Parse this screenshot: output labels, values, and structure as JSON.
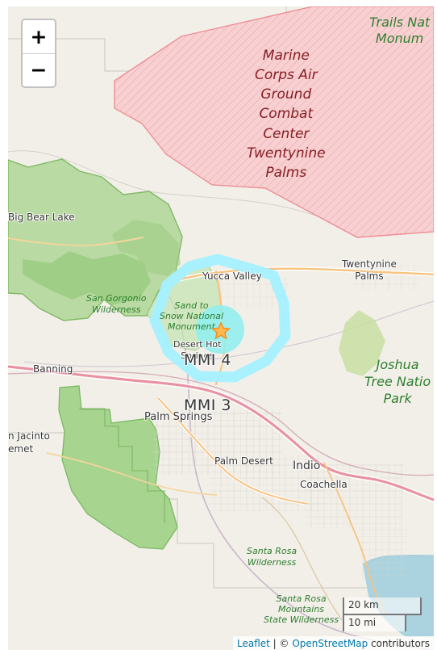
{
  "controls": {
    "zoom_in_label": "+",
    "zoom_out_label": "−"
  },
  "scale": {
    "km_label": "20 km",
    "mi_label": "10 mi"
  },
  "attribution": {
    "leaflet": "Leaflet",
    "separator": " | © ",
    "osm": "OpenStreetMap",
    "contributors": " contributors"
  },
  "places": {
    "big_bear_lake": "Big Bear Lake",
    "yucca_valley": "Yucca Valley",
    "twentynine_palms": "Twentynine\nPalms",
    "banning": "Banning",
    "desert_hot_springs": "Desert Hot\nSprings",
    "palm_springs": "Palm Springs",
    "san_jacinto": "n Jacinto\nemet",
    "palm_desert": "Palm Desert",
    "indio": "Indio",
    "coachella": "Coachella"
  },
  "protected_areas": {
    "trails_monument": "Trails Nat\nMonum",
    "san_gorgonio": "San Gorgonio\nWilderness",
    "sand_to_snow": "Sand to\nSnow National\nMonument",
    "joshua_tree": "Joshua\nTree Natio\nPark",
    "santa_rosa_wilderness": "Santa Rosa\nWilderness",
    "santa_rosa_mountains": "Santa Rosa\nMountains\nState Wilderness"
  },
  "military": {
    "marine_corps": "Marine\nCorps Air\nGround\nCombat\nCenter\nTwentynine\nPalms"
  },
  "mmi": {
    "label_4": "MMI 4",
    "label_3": "MMI 3"
  },
  "map_features": {
    "epicenter_marker": "star-icon",
    "intensity_color": "#9ff1ff",
    "military_color": "#f6c5c6",
    "park_color": "#a8d48e",
    "water_color": "#aad3df"
  }
}
